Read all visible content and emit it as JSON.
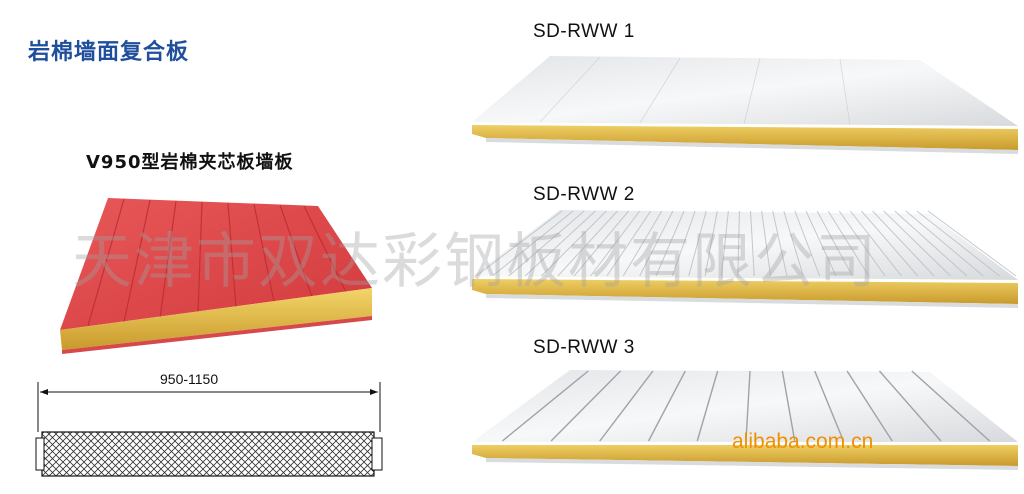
{
  "heading": "岩棉墙面复合板",
  "product_subtitle": "V950型岩棉夹芯板墙板",
  "dimension_label": "950-1150",
  "panels": [
    {
      "label": "SD-RWW 1"
    },
    {
      "label": "SD-RWW 2"
    },
    {
      "label": "SD-RWW 3"
    }
  ],
  "watermark_text": "天津市双达彩钢板材有限公司",
  "site_watermark": "alibaba.com.cn",
  "colors": {
    "heading": "#1f4f9c",
    "red_panel": "#e0464a",
    "rockwool": "#e8c24a",
    "steel_white": "#eef0f2",
    "site_orange": "#f09000"
  }
}
